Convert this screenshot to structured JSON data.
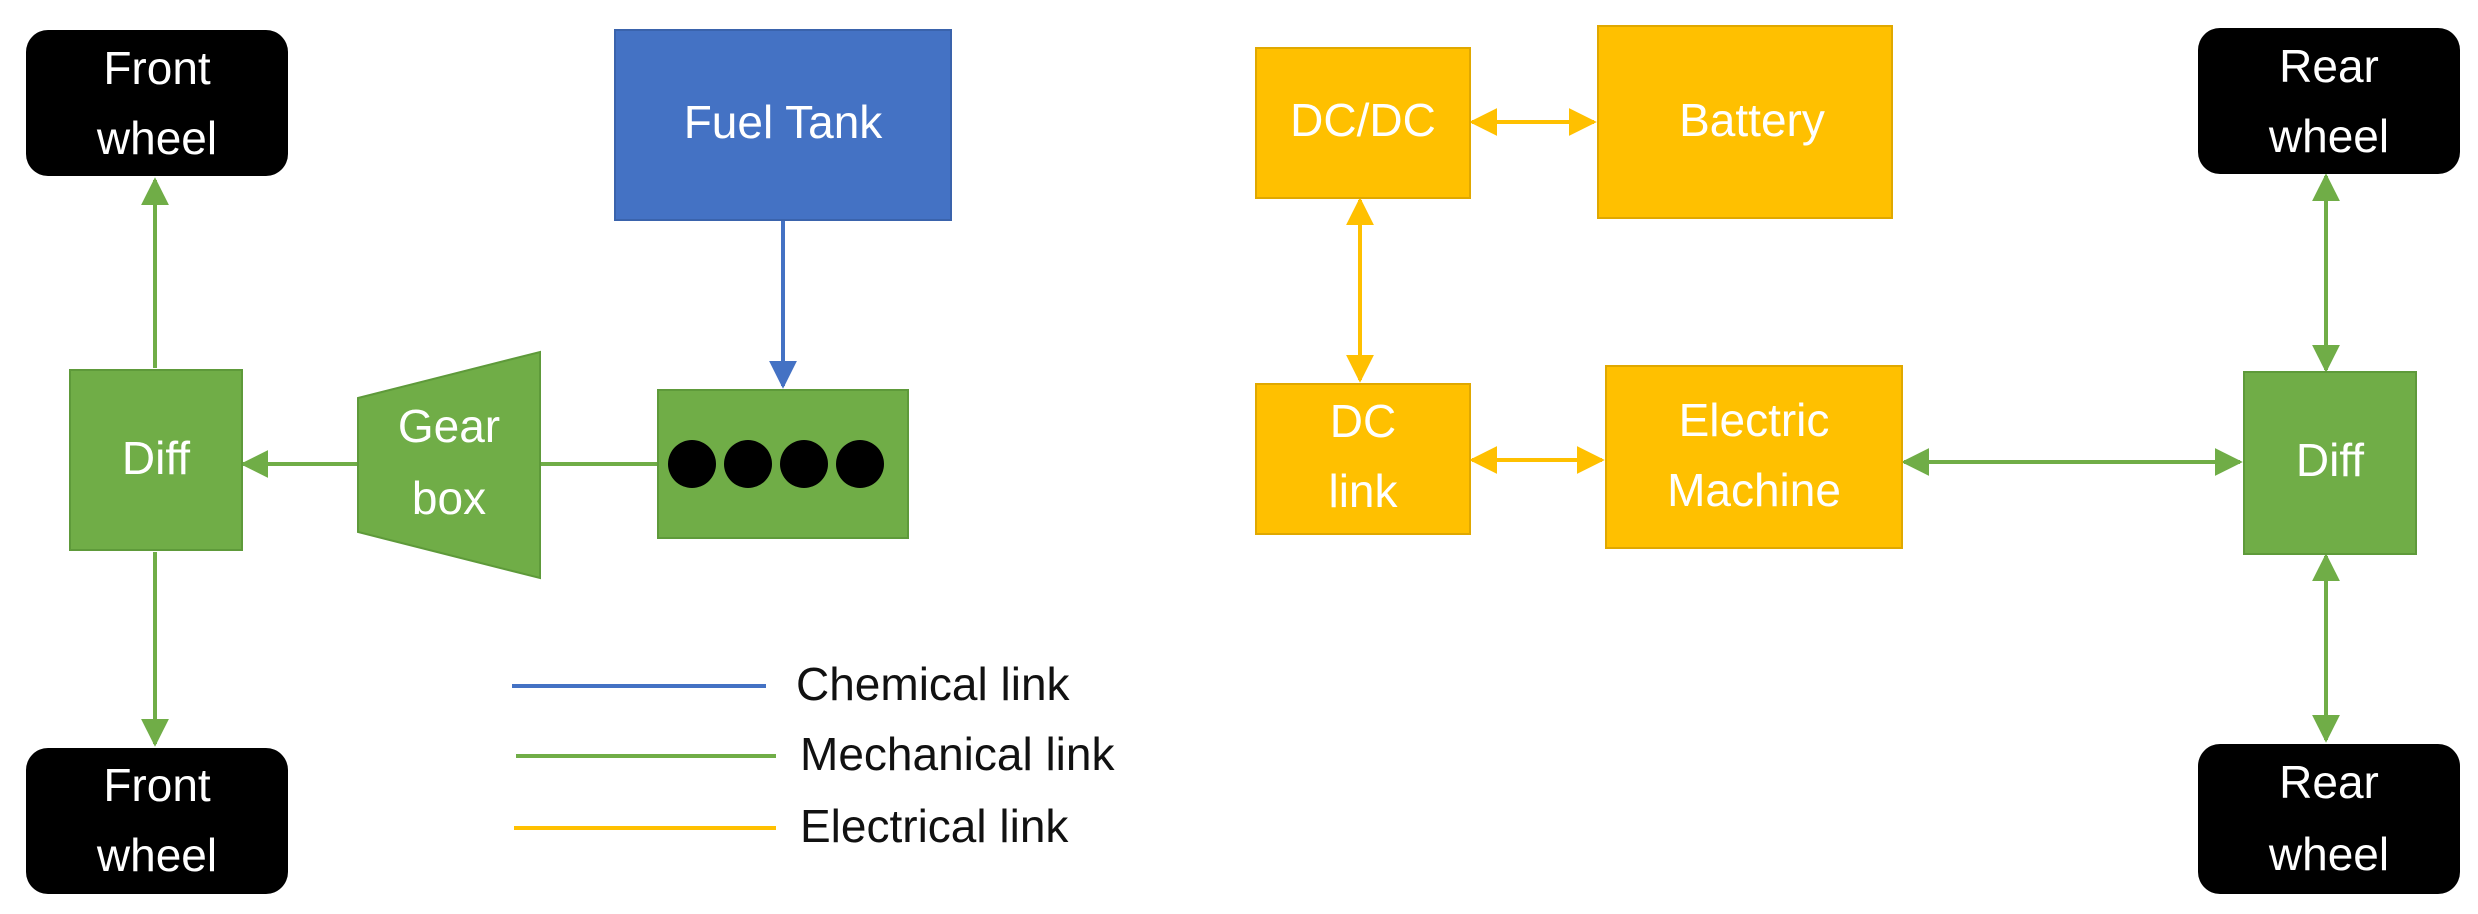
{
  "colors": {
    "chemical": "#4472C4",
    "mechanical": "#70AD47",
    "electrical": "#FFC000",
    "wheel": "#000000",
    "box_text": "#ffffff",
    "engine_cylinder": "#000000"
  },
  "nodes": {
    "front_wheel_top": {
      "line1": "Front",
      "line2": "wheel"
    },
    "front_wheel_bottom": {
      "line1": "Front",
      "line2": "wheel"
    },
    "front_diff": {
      "label": "Diff"
    },
    "gearbox": {
      "line1": "Gear",
      "line2": "box"
    },
    "fuel_tank": {
      "label": "Fuel Tank"
    },
    "engine": {
      "cylinders": 4
    },
    "dcdc": {
      "label": "DC/DC"
    },
    "battery": {
      "label": "Battery"
    },
    "dc_link": {
      "line1": "DC",
      "line2": "link"
    },
    "electric_machine": {
      "line1": "Electric",
      "line2": "Machine"
    },
    "rear_diff": {
      "label": "Diff"
    },
    "rear_wheel_top": {
      "line1": "Rear",
      "line2": "wheel"
    },
    "rear_wheel_bottom": {
      "line1": "Rear",
      "line2": "wheel"
    }
  },
  "legend": [
    {
      "label": "Chemical link",
      "type": "chemical"
    },
    {
      "label": "Mechanical link",
      "type": "mechanical"
    },
    {
      "label": "Electrical link",
      "type": "electrical"
    }
  ]
}
